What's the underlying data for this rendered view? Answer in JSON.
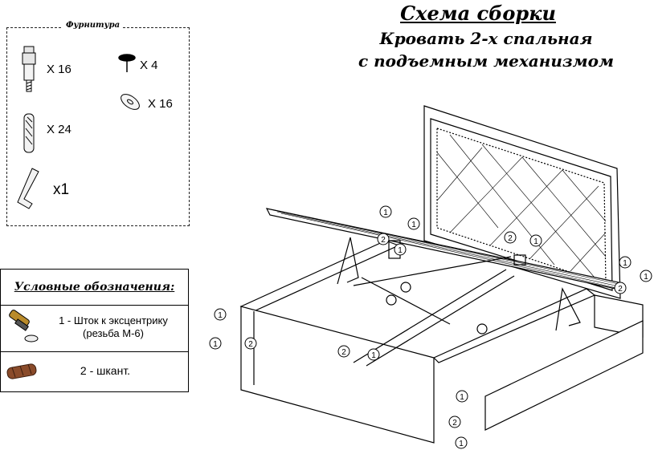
{
  "header": {
    "title": "Схема сборки",
    "subtitle_line1": "Кровать 2-х спальная",
    "subtitle_line2": "с подъемным механизмом"
  },
  "hardware": {
    "title": "Фурнитура",
    "items": [
      {
        "icon": "bolt-icon",
        "qty": "X 16"
      },
      {
        "icon": "dowel-icon",
        "qty": "X 24"
      },
      {
        "icon": "hex-key-icon",
        "qty": "x1"
      },
      {
        "icon": "nail-icon",
        "qty": "X 4"
      },
      {
        "icon": "cam-washer-icon",
        "qty": "X 16"
      }
    ]
  },
  "legend": {
    "title": "Условные обозначения:",
    "item1_line1": "1 - Шток к эксцентрику",
    "item1_line2": "(резьба М-6)",
    "item2": "2 - шкант."
  },
  "markers": {
    "one": "1",
    "two": "2"
  }
}
